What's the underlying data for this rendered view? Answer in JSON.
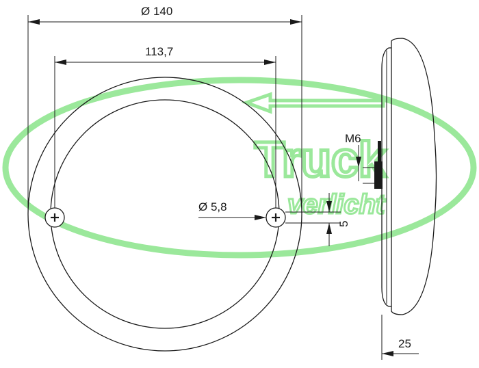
{
  "colors": {
    "line": "#1a1a1a",
    "watermark": "#9be89b",
    "background": "#ffffff"
  },
  "watermark": {
    "text_main": "Truck",
    "text_sub": "verlicht"
  },
  "dimensions": {
    "outer_diameter": "Ø 140",
    "hole_spacing": "113,7",
    "hole_diameter": "Ø 5,8",
    "bolt_thread": "M6",
    "hole_offset": "5",
    "depth": "25"
  }
}
